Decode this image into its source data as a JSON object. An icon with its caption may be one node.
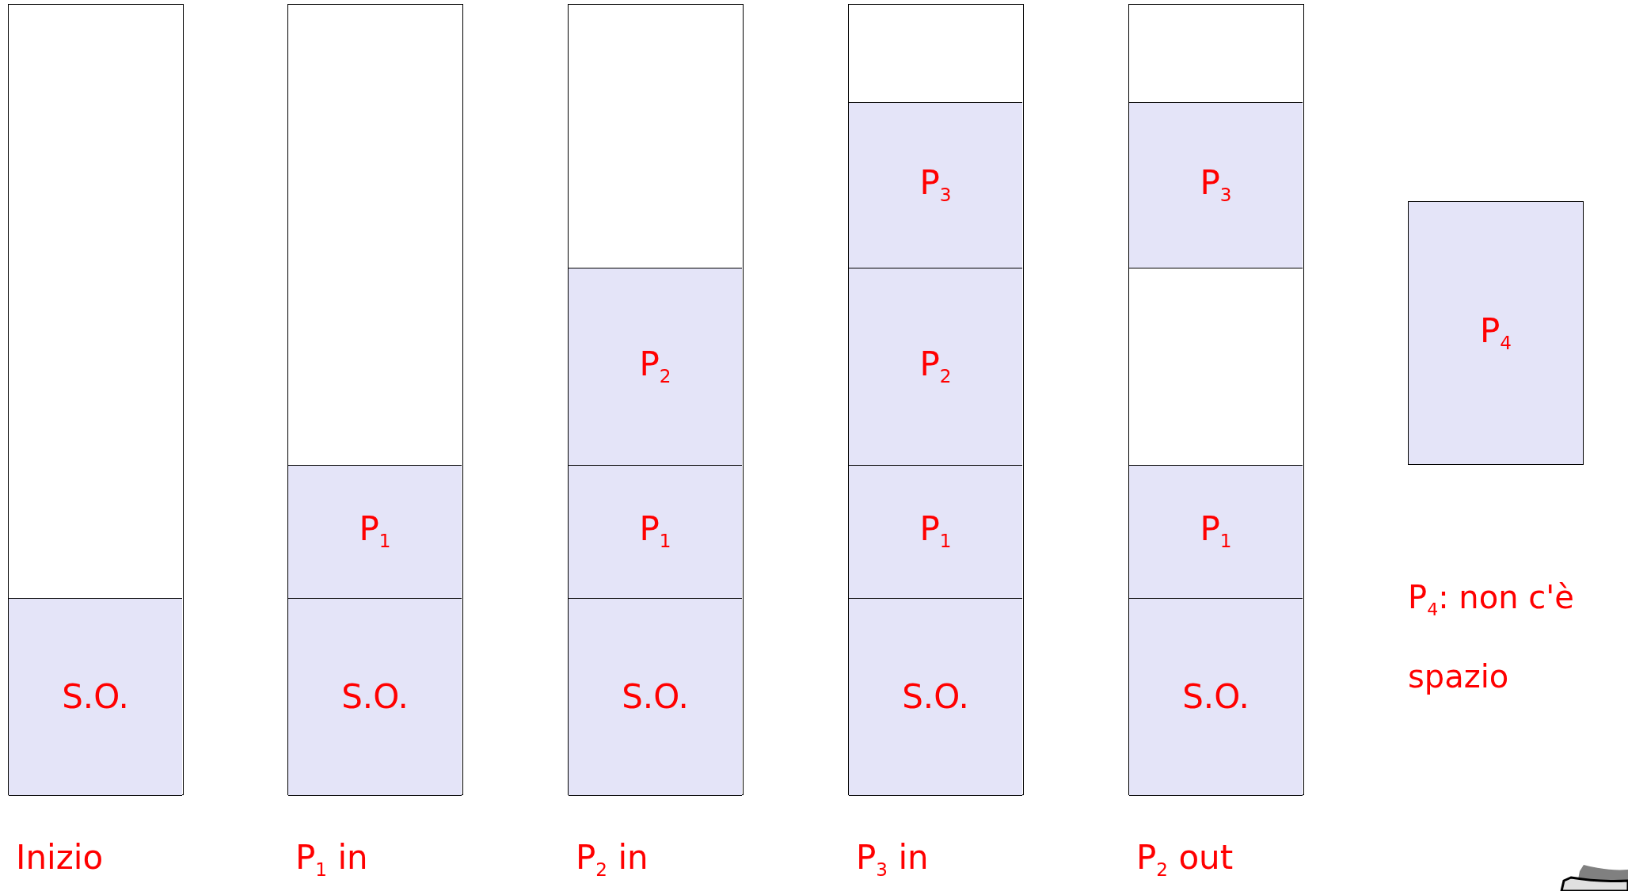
{
  "diagram": {
    "nodes": [
      {
        "text": [],
        "shape": "box",
        "beside": [
          "Inizio"
        ]
      },
      {
        "text": [
          "S.O."
        ],
        "in": 0
      },
      {
        "text": [],
        "shape": "box",
        "beside": [
          "P$_{1}$ in"
        ]
      },
      {
        "text": [
          "P$_{1}$"
        ],
        "in": 2
      },
      {
        "text": [
          "S.O."
        ],
        "in": 2
      },
      {
        "text": [],
        "shape": "box",
        "beside": [
          "P$_{2}$ in"
        ]
      },
      {
        "text": [
          "P$_{2}$"
        ],
        "in": 5
      },
      {
        "text": [
          "P$_{1}$"
        ],
        "in": 5
      },
      {
        "text": [
          "S.O."
        ],
        "in": 5
      },
      {
        "text": [],
        "shape": "box",
        "beside": [
          "P$_{3}$ in"
        ]
      },
      {
        "text": [
          "P$_{3}$"
        ],
        "in": 9
      },
      {
        "text": [
          "P$_{2}$"
        ],
        "in": 9
      },
      {
        "text": [
          "P$_{1}$"
        ],
        "in": 9
      },
      {
        "text": [
          "S.O."
        ],
        "in": 9
      },
      {
        "text": [],
        "shape": "box",
        "beside": [
          "P$_{2}$ out"
        ]
      },
      {
        "text": [
          "P$_{3}$"
        ],
        "in": 14
      },
      {
        "text": [
          "P$_{1}$"
        ],
        "in": 14
      },
      {
        "text": [
          "S.O."
        ],
        "in": 14
      },
      {
        "text": [
          "P$_{4}$"
        ]
      }
    ],
    "labels": [
      "P$_{4}$: non c'è spazio"
    ]
  }
}
